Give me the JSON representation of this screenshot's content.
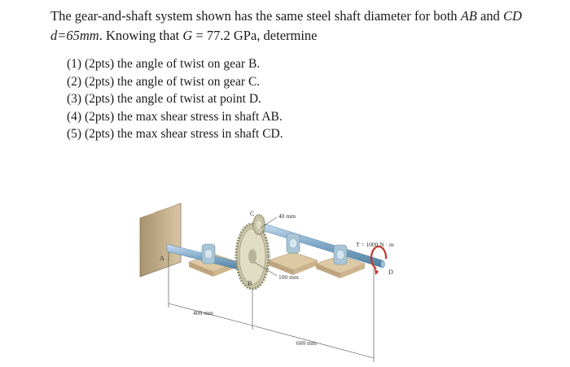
{
  "problem": {
    "line1_pre": "The gear-and-shaft system shown has the same steel shaft diameter for both ",
    "ab": "AB",
    "and_word": " and ",
    "cd": "CD",
    "d_expr": "d=65mm",
    "line2_mid": ". Knowing that ",
    "g_expr": "G",
    "g_value": " = 77.2 GPa, determine"
  },
  "tasks": [
    "(1) (2pts) the angle of twist on gear B.",
    "(2) (2pts) the angle of twist on gear C.",
    "(3) (2pts) the angle of twist at point D.",
    "(4) (2pts) the max shear stress in shaft AB.",
    "(5) (2pts) the max shear stress in shaft CD."
  ],
  "figure": {
    "label_a": "A",
    "label_b": "B",
    "label_c": "C",
    "label_d": "D",
    "dim_40": "40 mm",
    "dim_100": "100 mm",
    "dim_400": "400 mm",
    "dim_600": "600 mm",
    "torque": "T = 1000 N · m",
    "colors": {
      "wall": "#c9b393",
      "shaft": "#7fa9c9",
      "gear": "#d7d2b8",
      "bearing": "#a9c6d6",
      "base": "#ddc9a4",
      "arrow": "#c0392b"
    }
  }
}
